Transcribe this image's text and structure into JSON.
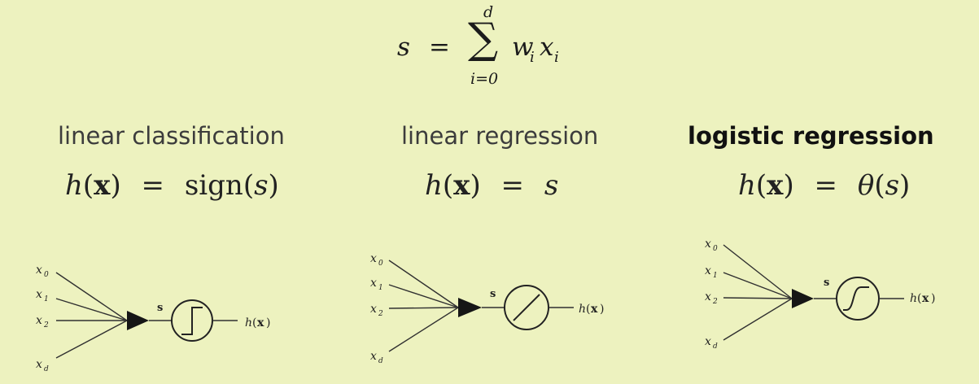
{
  "equation": {
    "lhs": "s",
    "eq": "=",
    "sum_symbol": "∑",
    "upper": "d",
    "lower": "i=0",
    "w": "w",
    "w_sub": "i",
    "x": "x",
    "x_sub": "i"
  },
  "panels": [
    {
      "title": "linear classification",
      "formula": {
        "h": "h",
        "x": "x",
        "eq": "=",
        "rhs_func": "sign",
        "rhs_arg": "s"
      },
      "diagram": {
        "inputs": [
          "x",
          "x",
          "x",
          "x"
        ],
        "input_subs": [
          "0",
          "1",
          "2",
          "d"
        ],
        "sum_label": "s",
        "output": "h",
        "output_arg": "x",
        "activation": "step"
      }
    },
    {
      "title": "linear regression",
      "formula": {
        "h": "h",
        "x": "x",
        "eq": "=",
        "rhs": "s"
      },
      "diagram": {
        "inputs": [
          "x",
          "x",
          "x",
          "x"
        ],
        "input_subs": [
          "0",
          "1",
          "2",
          "d"
        ],
        "sum_label": "s",
        "output": "h",
        "output_arg": "x",
        "activation": "linear"
      }
    },
    {
      "title": "logistic regression",
      "formula": {
        "h": "h",
        "x": "x",
        "eq": "=",
        "rhs_func": "θ",
        "rhs_arg": "s"
      },
      "diagram": {
        "inputs": [
          "x",
          "x",
          "x",
          "x"
        ],
        "input_subs": [
          "0",
          "1",
          "2",
          "d"
        ],
        "sum_label": "s",
        "output": "h",
        "output_arg": "x",
        "activation": "sigmoid"
      }
    }
  ]
}
